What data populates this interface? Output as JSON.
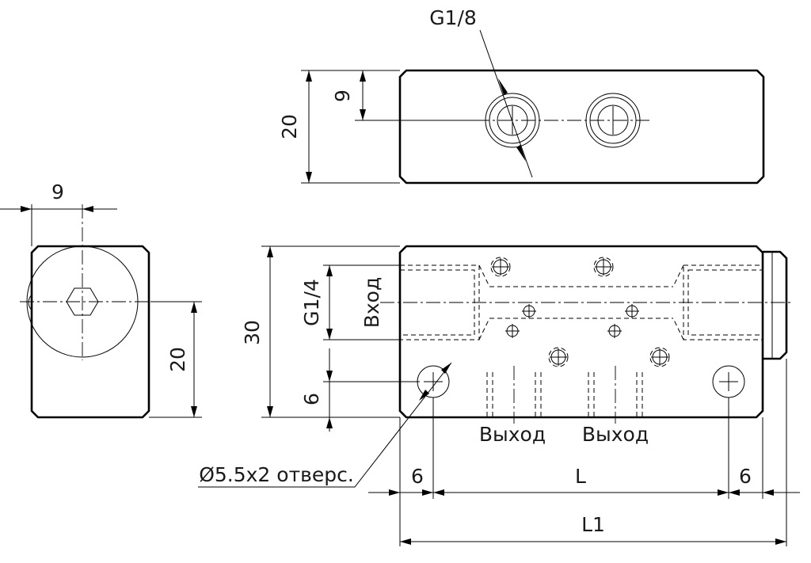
{
  "labels": {
    "g18": "G1/8",
    "top_9": "9",
    "top_20": "20",
    "side_9": "9",
    "side_20": "20",
    "front_30": "30",
    "front_g14": "G1/4",
    "front_6": "6",
    "inlet": "Вход",
    "outlet_1": "Выход",
    "outlet_2": "Выход",
    "holes": "Ø5.5x2 отверс.",
    "bottom_6_left": "6",
    "bottom_L": "L",
    "bottom_6_right": "6",
    "bottom_L1": "L1"
  }
}
